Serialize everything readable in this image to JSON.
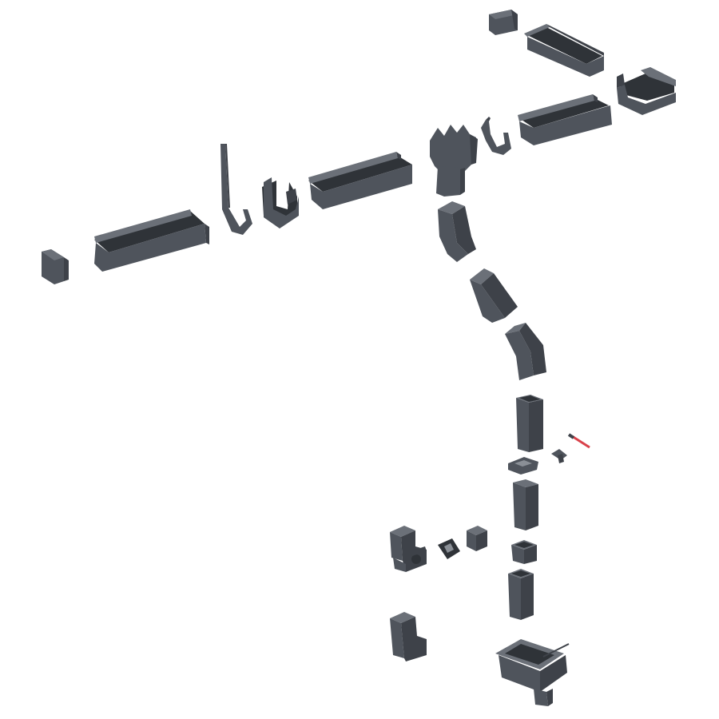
{
  "scene": {
    "background": "#ffffff",
    "colors": {
      "metal_light": "#8a8f96",
      "metal_top": "#6b7078",
      "metal_front": "#4f545c",
      "metal_side": "#3e4249",
      "metal_inner": "#2f3338",
      "accent_red": "#d9414a"
    },
    "components": [
      "gutter-end-cap-left",
      "gutter-channel-long-left",
      "gutter-hanger-long",
      "gutter-connector-bracket",
      "gutter-channel-middle",
      "gutter-outlet-funnel",
      "gutter-hanger-short",
      "gutter-channel-right",
      "gutter-end-cap-top",
      "gutter-channel-top",
      "gutter-corner-piece",
      "downpipe-elbow-upper",
      "downpipe-offset-segment",
      "downpipe-elbow-lower",
      "downpipe-pipe-upper",
      "downpipe-clamp",
      "downpipe-clamp-pin",
      "downpipe-screw",
      "downpipe-pipe-middle",
      "downpipe-connector-short",
      "downpipe-pipe-lower",
      "rainwater-collector-box",
      "downpipe-branch-tee",
      "downpipe-rubber-seal",
      "downpipe-cap",
      "downpipe-shoe-outlet",
      "rainwater-drain-box"
    ]
  }
}
